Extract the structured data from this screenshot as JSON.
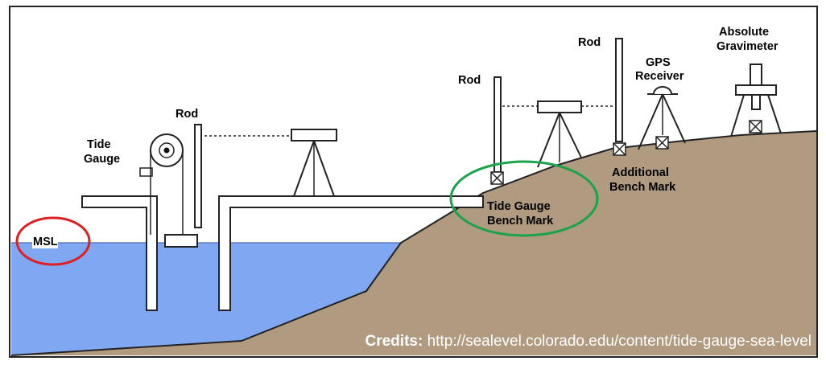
{
  "labels": {
    "tide_gauge_line1": "Tide",
    "tide_gauge_line2": "Gauge",
    "rod_left": "Rod",
    "rod_middle": "Rod",
    "rod_right": "Rod",
    "gps_line1": "GPS",
    "gps_line2": "Receiver",
    "gravimeter_line1": "Absolute",
    "gravimeter_line2": "Gravimeter",
    "tgbm_line1": "Tide Gauge",
    "tgbm_line2": "Bench Mark",
    "abm_line1": "Additional",
    "abm_line2": "Bench Mark",
    "msl": "MSL"
  },
  "credits": {
    "label": "Credits:",
    "url": "http://sealevel.colorado.edu/content/tide-gauge-sea-level"
  },
  "colors": {
    "sea": "#7fa7f2",
    "land": "#b09a80",
    "highlight_msl": "#e02020",
    "highlight_bench_mark": "#1aa34a"
  }
}
